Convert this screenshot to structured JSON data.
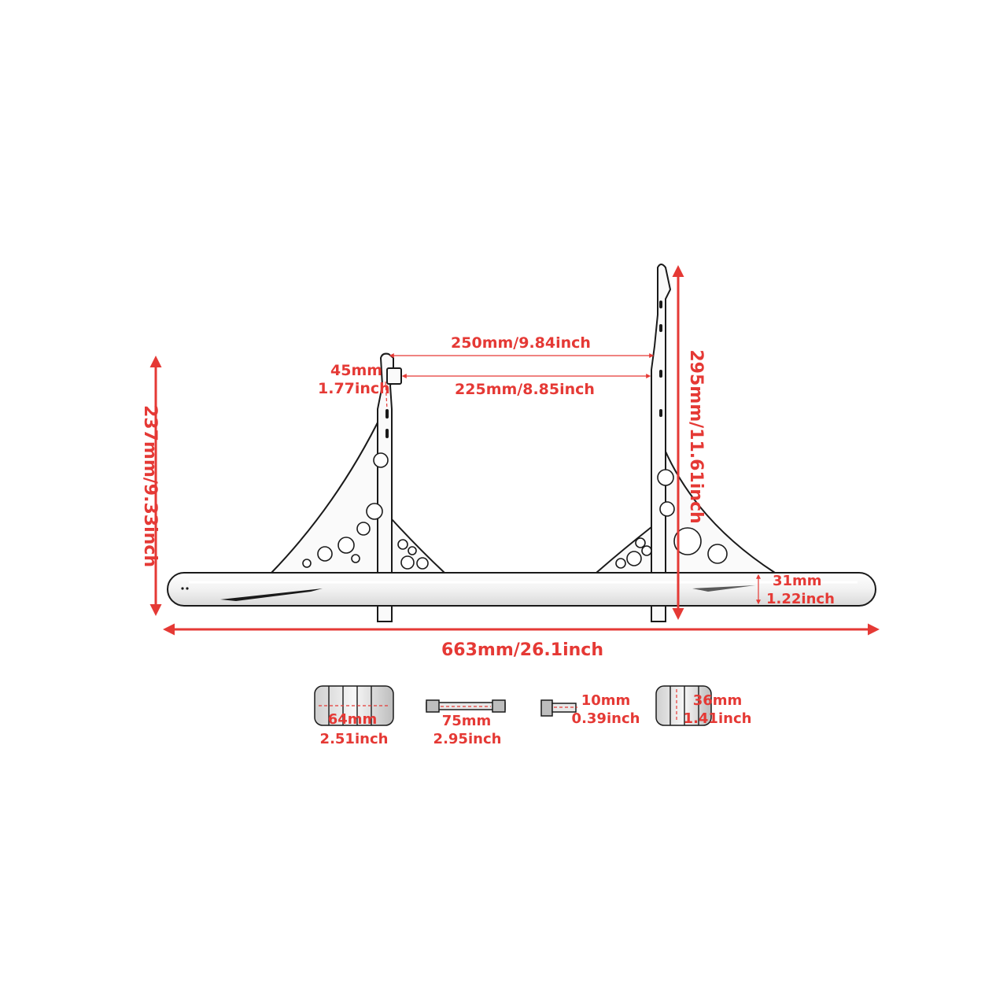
{
  "colors": {
    "dimension": "#e53935",
    "outline": "#1a1a1a",
    "background": "#ffffff"
  },
  "dimensions": {
    "height_left": "237mm/9.33inch",
    "height_right": "295mm/11.61inch",
    "width_total": "663mm/26.1inch",
    "top_outer": "250mm/9.84inch",
    "top_inner": "225mm/8.85inch",
    "tab_mm": "45mm",
    "tab_inch": "1.77inch",
    "tube_mm": "31mm",
    "tube_inch": "1.22inch"
  },
  "hardware": [
    {
      "mm": "64mm",
      "inch": "2.51inch"
    },
    {
      "mm": "75mm",
      "inch": "2.95inch"
    },
    {
      "mm": "10mm",
      "inch": "0.39inch"
    },
    {
      "mm": "36mm",
      "inch": "1.41inch"
    }
  ]
}
